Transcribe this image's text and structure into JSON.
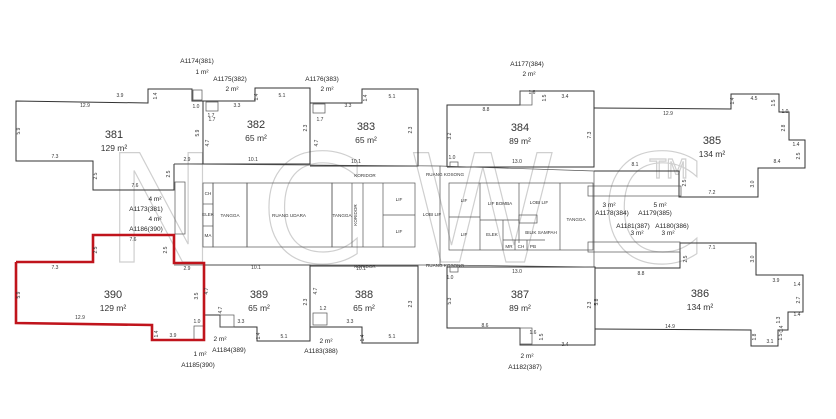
{
  "plan": {
    "highlight_color": "#c0141c",
    "highlighted_unit": "390",
    "watermark": {
      "text": "NCWC",
      "tm": "TM"
    },
    "units": [
      {
        "id": "381",
        "area": "129 m²"
      },
      {
        "id": "382",
        "area": "65 m²"
      },
      {
        "id": "383",
        "area": "65 m²"
      },
      {
        "id": "384",
        "area": "89 m²"
      },
      {
        "id": "385",
        "area": "134 m²"
      },
      {
        "id": "390",
        "area": "129 m²"
      },
      {
        "id": "389",
        "area": "65 m²"
      },
      {
        "id": "388",
        "area": "65 m²"
      },
      {
        "id": "387",
        "area": "89 m²"
      },
      {
        "id": "386",
        "area": "134 m²"
      }
    ],
    "annotations": [
      {
        "code": "A1174(381)",
        "area": "1 m²"
      },
      {
        "code": "A1175(382)",
        "area": "2 m²"
      },
      {
        "code": "A1176(383)",
        "area": "2 m²"
      },
      {
        "code": "A1177(384)",
        "area": "2 m²"
      },
      {
        "code": "A1178(384)",
        "area": "3 m²"
      },
      {
        "code": "A1179(385)",
        "area": "5 m²"
      },
      {
        "code": "A1181(387)",
        "area": "3 m²"
      },
      {
        "code": "A1180(386)",
        "area": "3 m²"
      },
      {
        "code": "A1173(381)",
        "area": "4 m²"
      },
      {
        "code": "A1186(390)",
        "area": "4 m²"
      },
      {
        "code": "A1185(390)",
        "area": "1 m²"
      },
      {
        "code": "A1184(389)",
        "area": "2 m²"
      },
      {
        "code": "A1183(388)",
        "area": "2 m²"
      },
      {
        "code": "A1182(387)",
        "area": "2 m²"
      }
    ],
    "core_labels": [
      "KORIDOR",
      "RUANG KOSONG",
      "CH",
      "ELEK",
      "MA",
      "TANGGA",
      "RUANG UDARA",
      "TANGGA",
      "KORIDOR",
      "LIF",
      "LIF",
      "LOBI LIF",
      "LIF",
      "LIF BOMBA",
      "LOBI LIF",
      "TANGGA",
      "LIF",
      "ELEK",
      "BILIK SAMPAH",
      "MR",
      "CH",
      "PB",
      "KORIDOR",
      "RUANG KOSONG"
    ],
    "dimensions": [
      "12.9",
      "3.9",
      "1.4",
      "5.9",
      "7.3",
      "2.5",
      "7.6",
      "2.5",
      "2.9",
      "1.0",
      "1.7",
      "3.3",
      "1.7",
      "5.1",
      "1.4",
      "5.9",
      "4.7",
      "10.1",
      "2.3",
      "5.1",
      "1.4",
      "3.3",
      "1.7",
      "4.7",
      "10.1",
      "2.3",
      "8.8",
      "3.4",
      "1.5",
      "1.6",
      "3.2",
      "7.3",
      "1.0",
      "13.0",
      "12.9",
      "4.5",
      "1.4",
      "1.5",
      "1.0",
      "2.8",
      "1.4",
      "2.5",
      "8.4",
      "8.1",
      "3.0",
      "7.2",
      "2.5",
      "7.3",
      "2.5",
      "7.6",
      "2.5",
      "2.9",
      "5.9",
      "3.5",
      "12.9",
      "1.4",
      "3.9",
      "1.0",
      "10.1",
      "4.7",
      "4.7",
      "3.3",
      "1.4",
      "5.1",
      "2.3",
      "10.1",
      "4.7",
      "1.2",
      "3.3",
      "1.4",
      "5.1",
      "2.3",
      "13.0",
      "1.0",
      "5.3",
      "8.6",
      "1.6",
      "1.5",
      "3.4",
      "5.8",
      "2.3",
      "8.8",
      "7.1",
      "3.0",
      "2.5",
      "3.9",
      "1.4",
      "2.7",
      "1.4",
      "1.3",
      "0.4",
      "14.9",
      "1.8",
      "3.1",
      "1.5"
    ]
  }
}
